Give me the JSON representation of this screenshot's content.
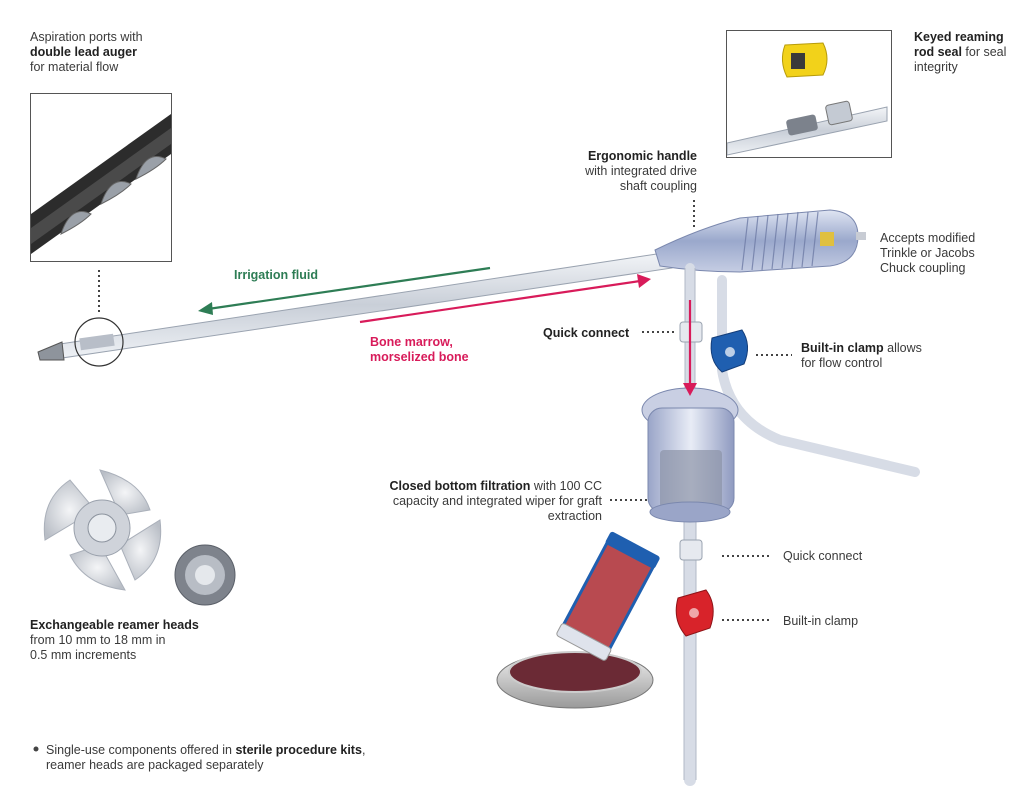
{
  "labels": {
    "aspiration": {
      "line1": "Aspiration ports with",
      "bold": "double lead auger",
      "line3": "for material flow"
    },
    "keyed_seal": {
      "bold1": "Keyed reaming",
      "bold2": "rod seal",
      "rest2": " for seal",
      "line3": "integrity"
    },
    "handle": {
      "bold": "Ergonomic handle",
      "line2": "with integrated drive",
      "line3": "shaft coupling"
    },
    "accepts": {
      "line1": "Accepts modified",
      "line2": "Trinkle or Jacobs",
      "line3": "Chuck coupling"
    },
    "irrigation": "Irrigation fluid",
    "bone_marrow": {
      "line1": "Bone marrow,",
      "line2": "morselized bone"
    },
    "quick_connect_top": "Quick connect",
    "clamp_top": {
      "bold": "Built-in clamp",
      "rest": " allows",
      "line2": "for flow control"
    },
    "filtration": {
      "bold": "Closed bottom filtration",
      "rest": " with 100 CC",
      "line2": "capacity and integrated wiper for graft",
      "line3": "extraction"
    },
    "quick_connect_bottom": "Quick connect",
    "clamp_bottom": "Built-in clamp",
    "reamer_heads": {
      "bold": "Exchangeable reamer heads",
      "line2": "from 10 mm to 18 mm in",
      "line3": "0.5 mm increments"
    },
    "footnote": {
      "pre": "Single-use components offered in ",
      "bold": "sterile procedure kits",
      "post": ",",
      "line2": "reamer heads are packaged separately"
    }
  },
  "colors": {
    "irrigation": "#2e7d55",
    "bone_marrow": "#d81b5a",
    "clamp_blue": "#1f5fb0",
    "clamp_red": "#d8232a",
    "seal_yellow": "#f2d21a"
  }
}
